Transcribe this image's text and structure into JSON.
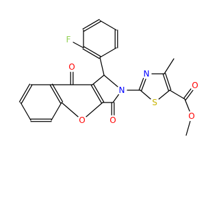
{
  "molecule": {
    "atoms": [
      {
        "id": "O1",
        "symbol": "O",
        "color": "#ff0000"
      },
      {
        "id": "O2",
        "symbol": "O",
        "color": "#ff0000"
      },
      {
        "id": "O3",
        "symbol": "O",
        "color": "#ff0000"
      },
      {
        "id": "O4",
        "symbol": "O",
        "color": "#ff0000"
      },
      {
        "id": "O5",
        "symbol": "O",
        "color": "#ff0000"
      },
      {
        "id": "N1",
        "symbol": "N",
        "color": "#0000ff"
      },
      {
        "id": "N2",
        "symbol": "N",
        "color": "#0000ff"
      },
      {
        "id": "S1",
        "symbol": "S",
        "color": "#c8b400"
      },
      {
        "id": "F1",
        "symbol": "F",
        "color": "#90d050"
      }
    ]
  }
}
